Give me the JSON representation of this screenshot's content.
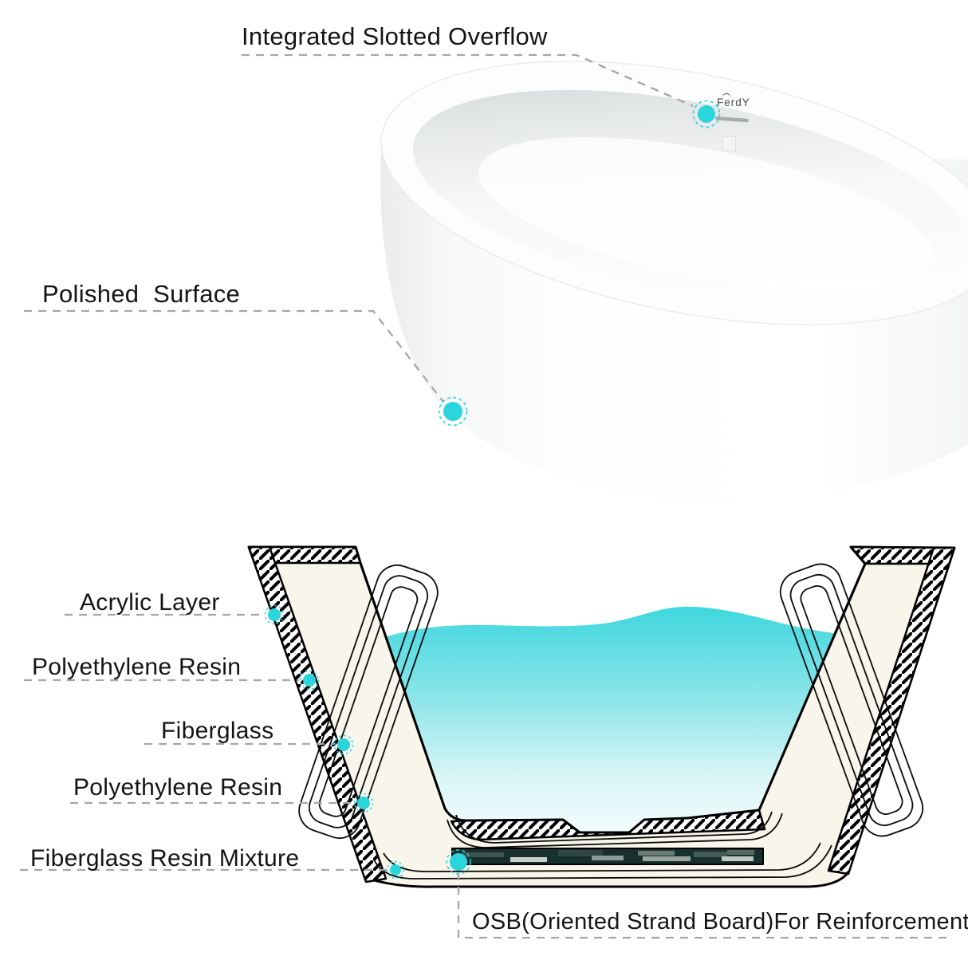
{
  "brand": {
    "logo_text": "FerdY"
  },
  "product_view": {
    "callouts": [
      {
        "id": "overflow",
        "label": "Integrated Slotted Overflow"
      },
      {
        "id": "polished",
        "label": "Polished  Surface"
      }
    ]
  },
  "cross_section": {
    "callouts": [
      {
        "id": "acrylic",
        "label": "Acrylic Layer"
      },
      {
        "id": "poly-resin-1",
        "label": "Polyethylene Resin"
      },
      {
        "id": "fiberglass",
        "label": "Fiberglass"
      },
      {
        "id": "poly-resin-2",
        "label": "Polyethylene Resin"
      },
      {
        "id": "fiberglass-resin-mixture",
        "label": "Fiberglass Resin Mixture"
      },
      {
        "id": "osb",
        "label": "OSB(Oriented Strand Board)For Reinforcement"
      }
    ]
  },
  "colors": {
    "accent_cyan": "#2BD5DC",
    "water_top": "#3ED7DE",
    "water_mid": "#8FE5EA",
    "water_low": "#D8F5F6",
    "water_bottom": "#F3FCFC",
    "shell_cream": "#F8F5EB",
    "osb_dark": "#17302E",
    "leader_gray": "#A6A6A6",
    "slot_gray": "#A8ACAE"
  }
}
